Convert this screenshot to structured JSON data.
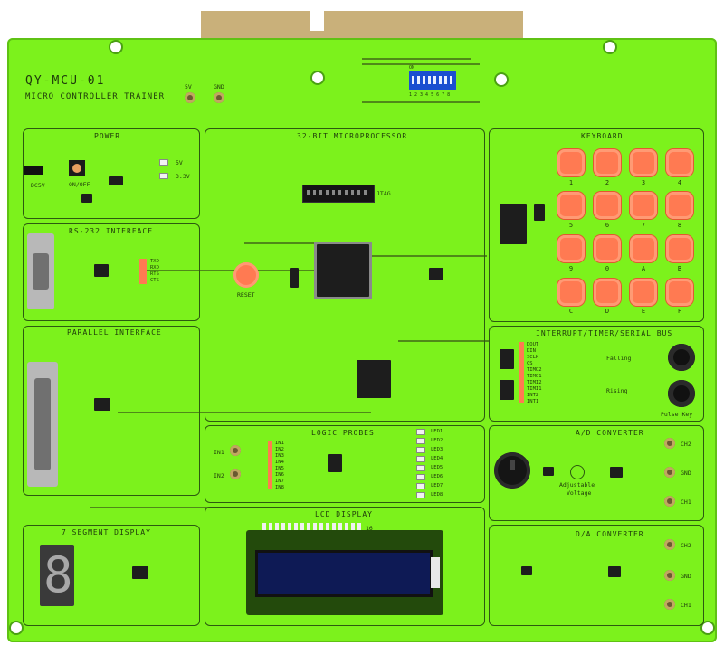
{
  "board": {
    "model": "QY-MCU-01",
    "name": "MICRO CONTROLLER TRAINER",
    "pwr_5v": "5V",
    "gnd": "GND"
  },
  "dip_switch": {
    "on_label": "ON",
    "numbers": "1 2 3 4 5 6 7 8"
  },
  "power": {
    "title": "POWER",
    "dc_label": "DC5V",
    "switch_label": "ON/OFF",
    "v5": "5V",
    "v33": "3.3V"
  },
  "cpu": {
    "title": "32-BIT MICROPROCESSOR",
    "jtag": "JTAG",
    "reset": "RESET"
  },
  "rs232": {
    "title": "RS-232 INTERFACE",
    "pins": [
      "TXD",
      "RXD",
      "RTS",
      "CTS"
    ]
  },
  "parallel": {
    "title": "PARALLEL INTERFACE"
  },
  "keyboard": {
    "title": "KEYBOARD",
    "keys": [
      "1",
      "2",
      "3",
      "4",
      "5",
      "6",
      "7",
      "8",
      "9",
      "0",
      "A",
      "B",
      "C",
      "D",
      "E",
      "F"
    ]
  },
  "interrupt": {
    "title": "INTERRUPT/TIMER/SERIAL BUS",
    "signals": [
      "DOUT",
      "DIN",
      "SCLK",
      "CS",
      "TIMO2",
      "TIMO1",
      "TIMI2",
      "TIMI1",
      "INT2",
      "INT1"
    ],
    "falling": "Falling",
    "rising": "Rising",
    "pulse": "Pulse Key"
  },
  "logic": {
    "title": "LOGIC PROBES",
    "in1": "IN1",
    "in2": "IN2",
    "inputs": [
      "IN1",
      "IN2",
      "IN3",
      "IN4",
      "IN5",
      "IN6",
      "IN7",
      "IN8"
    ],
    "leds": [
      "LED1",
      "LED2",
      "LED3",
      "LED4",
      "LED5",
      "LED6",
      "LED7",
      "LED8"
    ]
  },
  "ad": {
    "title": "A/D CONVERTER",
    "ch2": "CH2",
    "gnd": "GND",
    "ch1": "CH1",
    "adjustable": "Adjustable",
    "voltage": "Voltage"
  },
  "lcd": {
    "title": "LCD DISPLAY",
    "pin_label": "16"
  },
  "seg": {
    "title": "7 SEGMENT DISPLAY",
    "digit": "8"
  },
  "da": {
    "title": "D/A CONVERTER",
    "ch2": "CH2",
    "gnd": "GND",
    "ch1": "CH1"
  },
  "colors": {
    "board": "#7cf21c",
    "key": "#ff7a52",
    "connector": "#c9b07a"
  }
}
